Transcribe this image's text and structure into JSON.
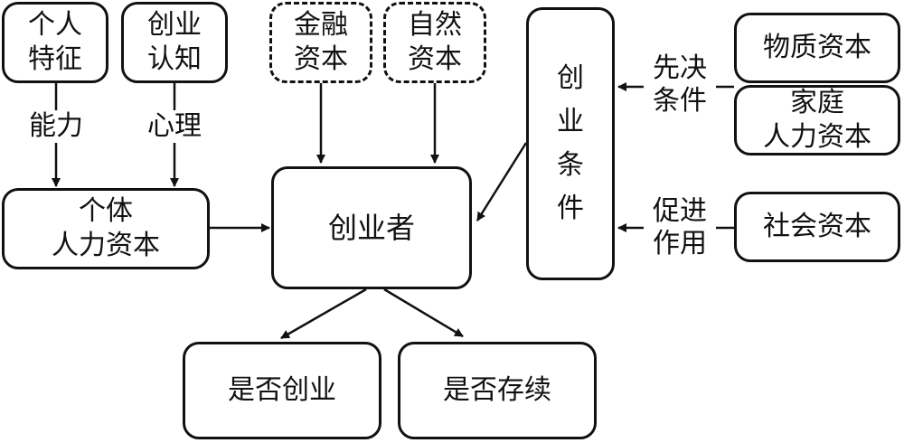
{
  "nodes": {
    "personal_traits": "个人\n特征",
    "entrepreneurial_cognition": "创业\n认知",
    "financial_capital": "金融\n资本",
    "natural_capital": "自然\n资本",
    "individual_human_capital": "个体\n人力资本",
    "entrepreneur": "创业者",
    "entrepreneurial_conditions": "创\n业\n条\n件",
    "physical_capital": "物质资本",
    "family_human_capital": "家庭\n人力资本",
    "social_capital": "社会资本",
    "whether_start_business": "是否创业",
    "whether_survive": "是否存续"
  },
  "edge_labels": {
    "ability": "能力",
    "psychology": "心理",
    "prerequisite": "先决\n条件",
    "promoting_effect": "促进\n作用"
  }
}
